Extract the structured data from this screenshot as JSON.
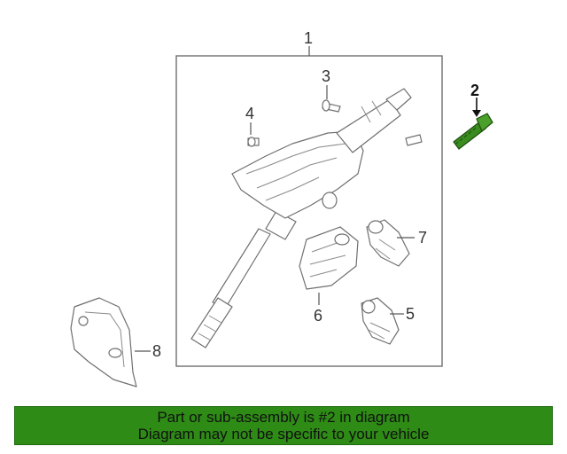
{
  "callouts": {
    "c1": "1",
    "c2": "2",
    "c3": "3",
    "c4": "4",
    "c5": "5",
    "c6": "6",
    "c7": "7",
    "c8": "8"
  },
  "highlight_color": "#3a8c1f",
  "banner": {
    "line1": "Part or sub-assembly is #2 in diagram",
    "line2": "Diagram may not be specific to your vehicle",
    "background": "#2e8b16"
  }
}
